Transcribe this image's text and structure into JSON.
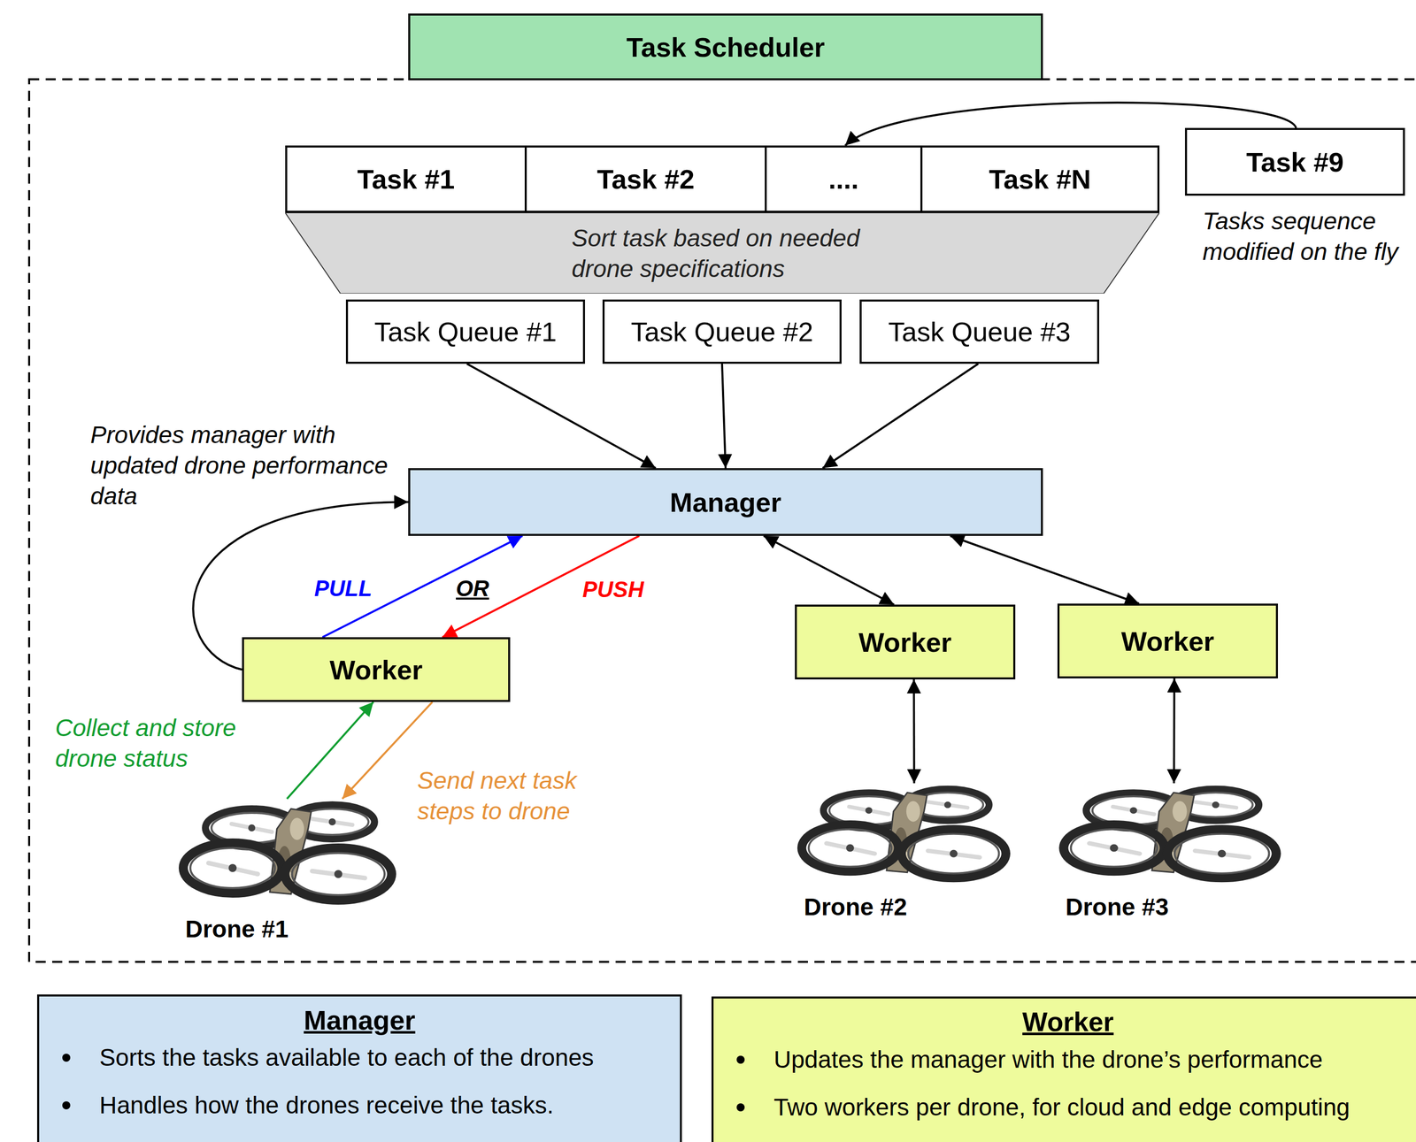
{
  "diagram": {
    "nodes": [
      {
        "text": [
          "Task Scheduler"
        ]
      },
      {
        "text": [
          "Task #1"
        ]
      },
      {
        "text": [
          "Task #2"
        ]
      },
      {
        "text": [
          "...."
        ]
      },
      {
        "text": [
          "Task #N"
        ]
      },
      {
        "text": [
          "Task #9"
        ]
      },
      {
        "text": [
          "Sort task based on needed drone specifications"
        ]
      },
      {
        "text": [
          "Task Queue #1"
        ]
      },
      {
        "text": [
          "Task Queue #2"
        ]
      },
      {
        "text": [
          "Task Queue #3"
        ]
      },
      {
        "text": [
          "Manager"
        ]
      },
      {
        "text": [
          "Worker"
        ]
      },
      {
        "text": [
          "Worker"
        ]
      },
      {
        "text": [
          "Worker"
        ]
      },
      {
        "text": [
          "Drone #1"
        ]
      },
      {
        "text": [
          "Drone #2"
        ]
      },
      {
        "text": [
          "Drone #3"
        ]
      },
      {
        "text": [
          "Manager",
          "Sorts the tasks available to each of the drones",
          "Handles how the drones receive the tasks."
        ]
      },
      {
        "text": [
          "Worker",
          "Updates the manager with the drone’s performance",
          "Two workers per drone, for cloud and edge computing"
        ]
      }
    ],
    "edges": [
      {
        "from": 5,
        "to": 3,
        "arrow": "to"
      },
      {
        "from": 7,
        "to": 10,
        "arrow": "to"
      },
      {
        "from": 8,
        "to": 10,
        "arrow": "to"
      },
      {
        "from": 9,
        "to": 10,
        "arrow": "to"
      },
      {
        "from": 11,
        "to": 10,
        "arrow": "to",
        "label": "Provides manager with updated drone performance data"
      },
      {
        "from": 11,
        "to": 10,
        "arrow": "to",
        "label": "PULL"
      },
      {
        "from": 10,
        "to": 11,
        "arrow": "to",
        "label": "PUSH"
      },
      {
        "from": 10,
        "to": 12,
        "arrow": "both"
      },
      {
        "from": 10,
        "to": 13,
        "arrow": "both"
      },
      {
        "from": 14,
        "to": 11,
        "arrow": "to",
        "label": "Collect and store drone status"
      },
      {
        "from": 11,
        "to": 14,
        "arrow": "to",
        "label": "Send next task steps to drone"
      },
      {
        "from": 12,
        "to": 15,
        "arrow": "both"
      },
      {
        "from": 13,
        "to": 16,
        "arrow": "both"
      }
    ],
    "labels": [
      "Tasks sequence modified on the fly",
      "OR"
    ]
  }
}
